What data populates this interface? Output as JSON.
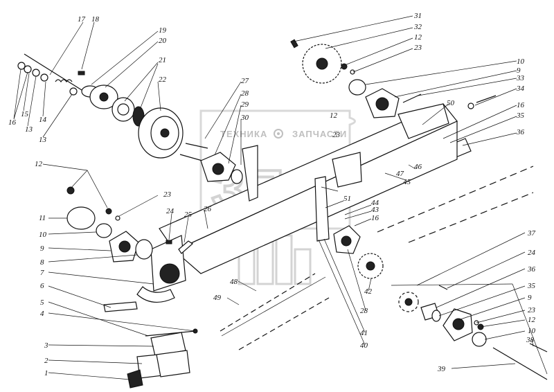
{
  "watermark": {
    "line1": "ТЕХНИКА",
    "line2": "ЗАПЧАСТИ",
    "logo": "ЗПЛ",
    "logo_icon": "gear-icon"
  },
  "callouts": [
    {
      "n": "17"
    },
    {
      "n": "18"
    },
    {
      "n": "19"
    },
    {
      "n": "20"
    },
    {
      "n": "21"
    },
    {
      "n": "21"
    },
    {
      "n": "22"
    },
    {
      "n": "16"
    },
    {
      "n": "15"
    },
    {
      "n": "13"
    },
    {
      "n": "14"
    },
    {
      "n": "13"
    },
    {
      "n": "31"
    },
    {
      "n": "32"
    },
    {
      "n": "12"
    },
    {
      "n": "23"
    },
    {
      "n": "10"
    },
    {
      "n": "9"
    },
    {
      "n": "33"
    },
    {
      "n": "34"
    },
    {
      "n": "16"
    },
    {
      "n": "35"
    },
    {
      "n": "36"
    },
    {
      "n": "50"
    },
    {
      "n": "27"
    },
    {
      "n": "28"
    },
    {
      "n": "29"
    },
    {
      "n": "30"
    },
    {
      "n": "12"
    },
    {
      "n": "23"
    },
    {
      "n": "12"
    },
    {
      "n": "23"
    },
    {
      "n": "11"
    },
    {
      "n": "10"
    },
    {
      "n": "24"
    },
    {
      "n": "26"
    },
    {
      "n": "25"
    },
    {
      "n": "9"
    },
    {
      "n": "8"
    },
    {
      "n": "7"
    },
    {
      "n": "6"
    },
    {
      "n": "5"
    },
    {
      "n": "4"
    },
    {
      "n": "3"
    },
    {
      "n": "2"
    },
    {
      "n": "1"
    },
    {
      "n": "46"
    },
    {
      "n": "45"
    },
    {
      "n": "47"
    },
    {
      "n": "51"
    },
    {
      "n": "44"
    },
    {
      "n": "43"
    },
    {
      "n": "16"
    },
    {
      "n": "37"
    },
    {
      "n": "24"
    },
    {
      "n": "36"
    },
    {
      "n": "35"
    },
    {
      "n": "9"
    },
    {
      "n": "23"
    },
    {
      "n": "12"
    },
    {
      "n": "10"
    },
    {
      "n": "38"
    },
    {
      "n": "39"
    },
    {
      "n": "42"
    },
    {
      "n": "28"
    },
    {
      "n": "41"
    },
    {
      "n": "40"
    },
    {
      "n": "48"
    },
    {
      "n": "49"
    }
  ]
}
